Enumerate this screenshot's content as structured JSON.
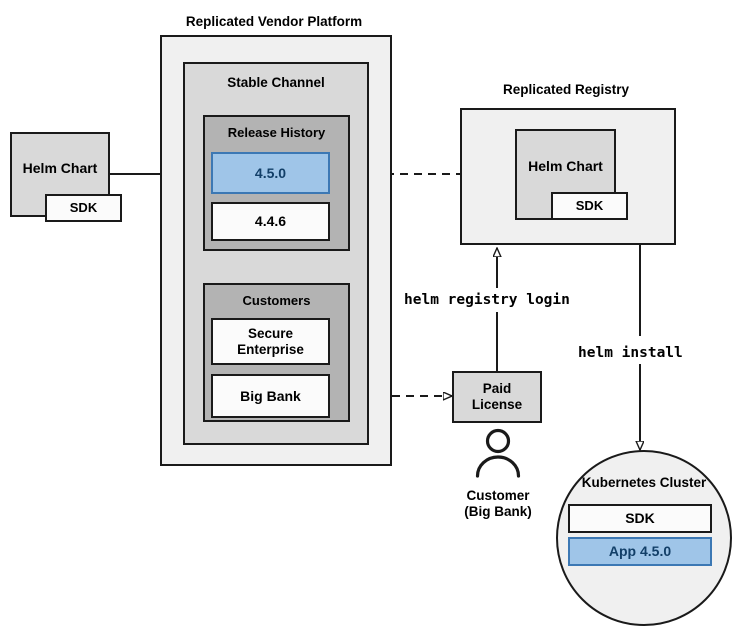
{
  "diagram": {
    "title_vendor_platform": "Replicated Vendor Platform",
    "title_registry": "Replicated Registry",
    "stable_channel": "Stable Channel",
    "release_history": "Release History",
    "customers": "Customers",
    "releases": [
      {
        "label": "4.5.0",
        "state": "selected"
      },
      {
        "label": "4.4.6",
        "state": "normal"
      }
    ],
    "customer_list": [
      {
        "label": "Secure Enterprise"
      },
      {
        "label": "Big Bank"
      }
    ],
    "source_chart": {
      "label": "Helm Chart",
      "sdk_label": "SDK"
    },
    "registry_chart": {
      "label": "Helm Chart",
      "sdk_label": "SDK"
    },
    "paid_license": "Paid\nLicense",
    "paid_license_line1": "Paid",
    "paid_license_line2": "License",
    "actor_line1": "Customer",
    "actor_line2": "(Big Bank)",
    "cluster": {
      "title": "Kubernetes Cluster",
      "sdk_label": "SDK",
      "app_label": "App 4.5.0"
    },
    "commands": [
      {
        "text": "helm registry login"
      },
      {
        "text": "helm install"
      }
    ],
    "colors": {
      "accent_blue_fill": "#9fc5e8",
      "accent_blue_border": "#3c78b4",
      "accent_blue_text": "#123f68",
      "stroke": "#1a1a1a",
      "fill_lightest": "#f0f0f0",
      "fill_light": "#d9d9d9",
      "fill_medium": "#b3b3b3",
      "fill_white": "#fbfbfb"
    }
  }
}
